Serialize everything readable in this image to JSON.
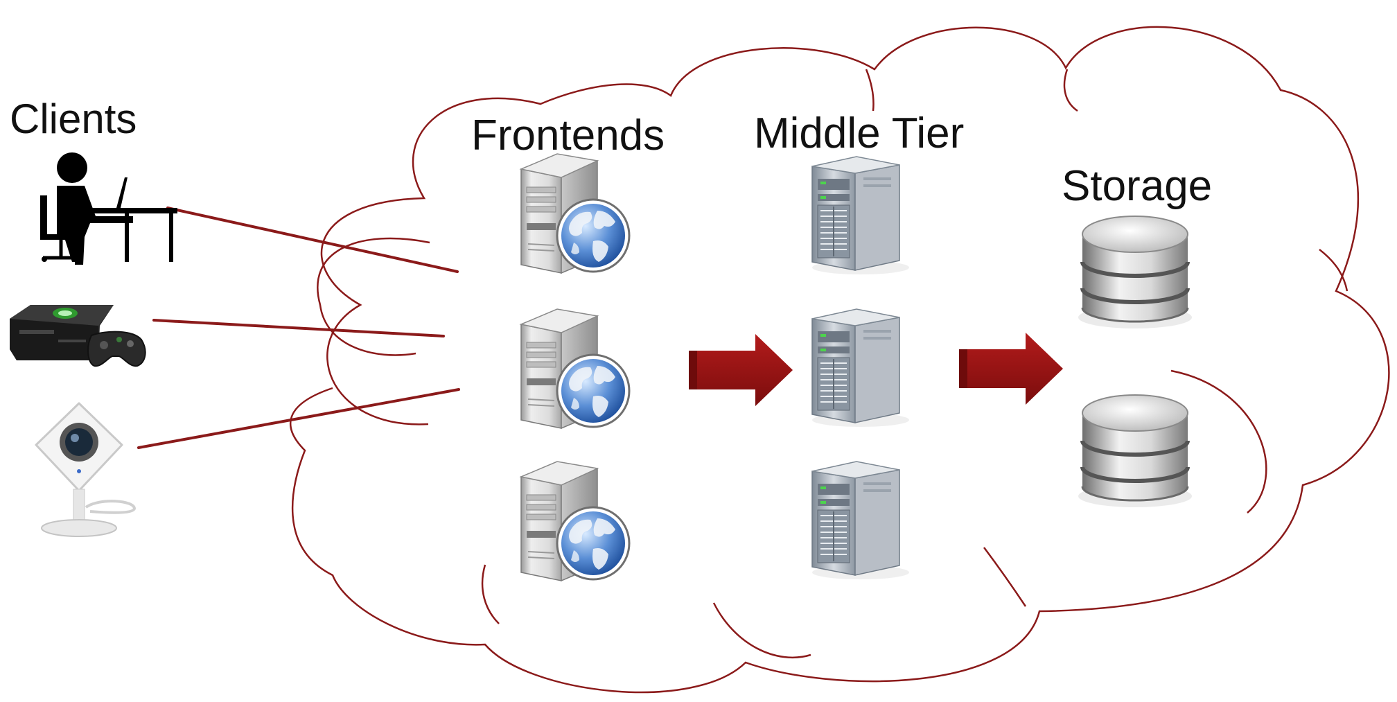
{
  "labels": {
    "clients": "Clients",
    "frontends": "Frontends",
    "middle_tier": "Middle Tier",
    "storage": "Storage"
  },
  "colors": {
    "accent": "#8b1a1a",
    "arrow": "#a01616",
    "cloud_stroke": "#8b1a1a"
  },
  "clients": [
    {
      "icon": "person-at-desk-icon"
    },
    {
      "icon": "game-console-icon"
    },
    {
      "icon": "security-camera-icon"
    }
  ],
  "frontends": [
    {
      "icon": "web-server-icon"
    },
    {
      "icon": "web-server-icon"
    },
    {
      "icon": "web-server-icon"
    }
  ],
  "middle_tier": [
    {
      "icon": "server-tower-icon"
    },
    {
      "icon": "server-tower-icon"
    },
    {
      "icon": "server-tower-icon"
    }
  ],
  "storage": [
    {
      "icon": "database-icon"
    },
    {
      "icon": "database-icon"
    }
  ]
}
